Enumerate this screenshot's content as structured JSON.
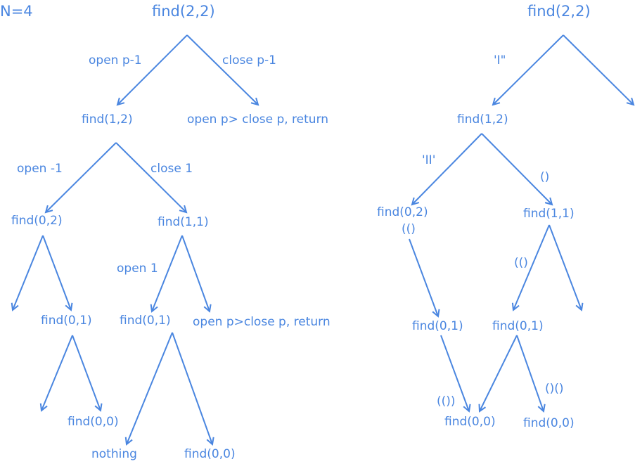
{
  "colors": {
    "ink": "#4a86e0",
    "background": "#ffffff"
  },
  "header": {
    "n_label": "N=4"
  },
  "left_tree": {
    "title": "Recursion tree with counters",
    "nodes": {
      "root": "find(2,2)",
      "l1_left": "find(1,2)",
      "l1_right": "open p> close p, return",
      "l2_left": "find(0,2)",
      "l2_right": "find(1,1)",
      "l3_a": "find(0,1)",
      "l3_b": "find(0,1)",
      "l3_c": "open p>close p, return",
      "l4_a": "find(0,0)",
      "l4_b": "nothing",
      "l4_c": "find(0,0)"
    },
    "edge_labels": {
      "root_left": "open p-1",
      "root_right": "close p-1",
      "l1_left": "open -1",
      "l1_right": "close 1",
      "l2_right_left": "open 1"
    }
  },
  "right_tree": {
    "title": "Recursion tree with strings",
    "nodes": {
      "root": "find(2,2)",
      "l1_left": "find(1,2)",
      "l2_left": "find(0,2)",
      "l2_left_sub": "(()",
      "l2_right": "find(1,1)",
      "l3_a": "find(0,1)",
      "l3_b": "find(0,1)",
      "l4_a": "find(0,0)",
      "l4_b": "find(0,0)"
    },
    "edge_labels": {
      "root_left": "'I\"",
      "l1_left": "'II'",
      "l1_right": "()",
      "l2_right_left": "(()",
      "l3_to_l4_a": "(())",
      "l3_b_right": "()()"
    }
  }
}
